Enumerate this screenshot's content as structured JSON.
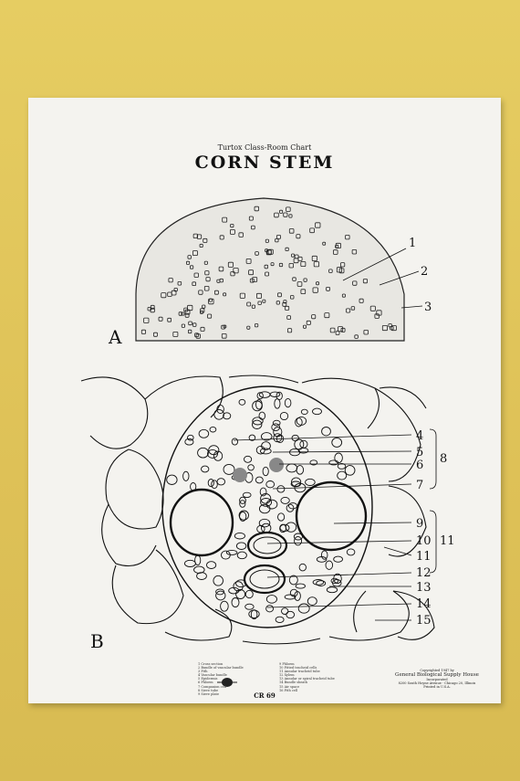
{
  "header": {
    "subtitle": "Turtox Class-Room Chart",
    "title": "CORN STEM"
  },
  "figure_a": {
    "panel_letter": "A",
    "labels": [
      "1",
      "2",
      "3"
    ]
  },
  "figure_b": {
    "panel_letter": "B",
    "labels": [
      "4",
      "5",
      "6",
      "7",
      "9",
      "10",
      "11",
      "12",
      "13",
      "14",
      "15"
    ],
    "bracket_labels": [
      "8",
      "11"
    ]
  },
  "legend": {
    "left_column": [
      "1 Cross section",
      "2 Bundle of vascular bundle",
      "3 Pith",
      "4 Vascular bundle",
      "5 Epidermis",
      "6 Phloem",
      "7 Companion cell",
      "8 Sieve tube",
      "9 Sieve plate"
    ],
    "right_column": [
      "9 Phloem",
      "10 Pitted tracheid cells",
      "11 Annular tracheid tube",
      "12 Xylem",
      "13 Annular or spiral tracheid tube",
      "14 Bundle sheath",
      "15 Air space",
      "16 Pith cell"
    ]
  },
  "publisher": {
    "line1": "Copyrighted 1947 by",
    "name": "General Biological Supply House",
    "line2": "Incorporated",
    "address": "8200 South Hoyne Avenue · Chicago 20, Illinois",
    "made_in": "Printed in U.S.A."
  },
  "chart_code": "CR 69",
  "colors": {
    "wall": "#e2c85a",
    "paper": "#f4f3ef",
    "ink": "#111111"
  }
}
